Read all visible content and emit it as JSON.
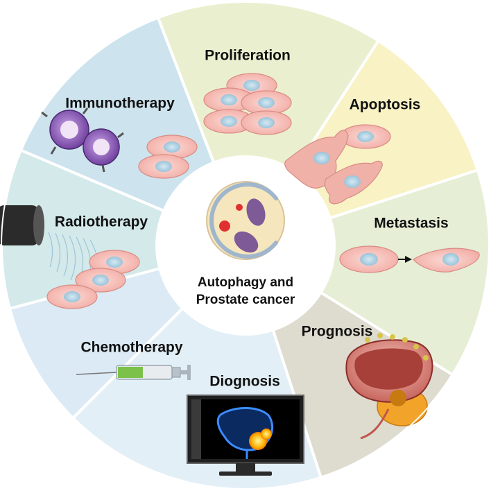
{
  "center": {
    "line1": "Autophagy and",
    "line2": "Prostate cancer"
  },
  "segments": [
    {
      "id": "proliferation",
      "label": "Proliferation",
      "color": "#eaf0cf"
    },
    {
      "id": "apoptosis",
      "label": "Apoptosis",
      "color": "#f8f2c4"
    },
    {
      "id": "metastasis",
      "label": "Metastasis",
      "color": "#e6efd6"
    },
    {
      "id": "prognosis",
      "label": "Prognosis",
      "color": "#dedbcf"
    },
    {
      "id": "diagnosis",
      "label": "Diognosis",
      "color": "#e3eff6"
    },
    {
      "id": "chemotherapy",
      "label": "Chemotherapy",
      "color": "#dbeaf4"
    },
    {
      "id": "radiotherapy",
      "label": "Radiotherapy",
      "color": "#d3e9ea"
    },
    {
      "id": "immunotherapy",
      "label": "Immunotherapy",
      "color": "#cde3ee"
    }
  ]
}
